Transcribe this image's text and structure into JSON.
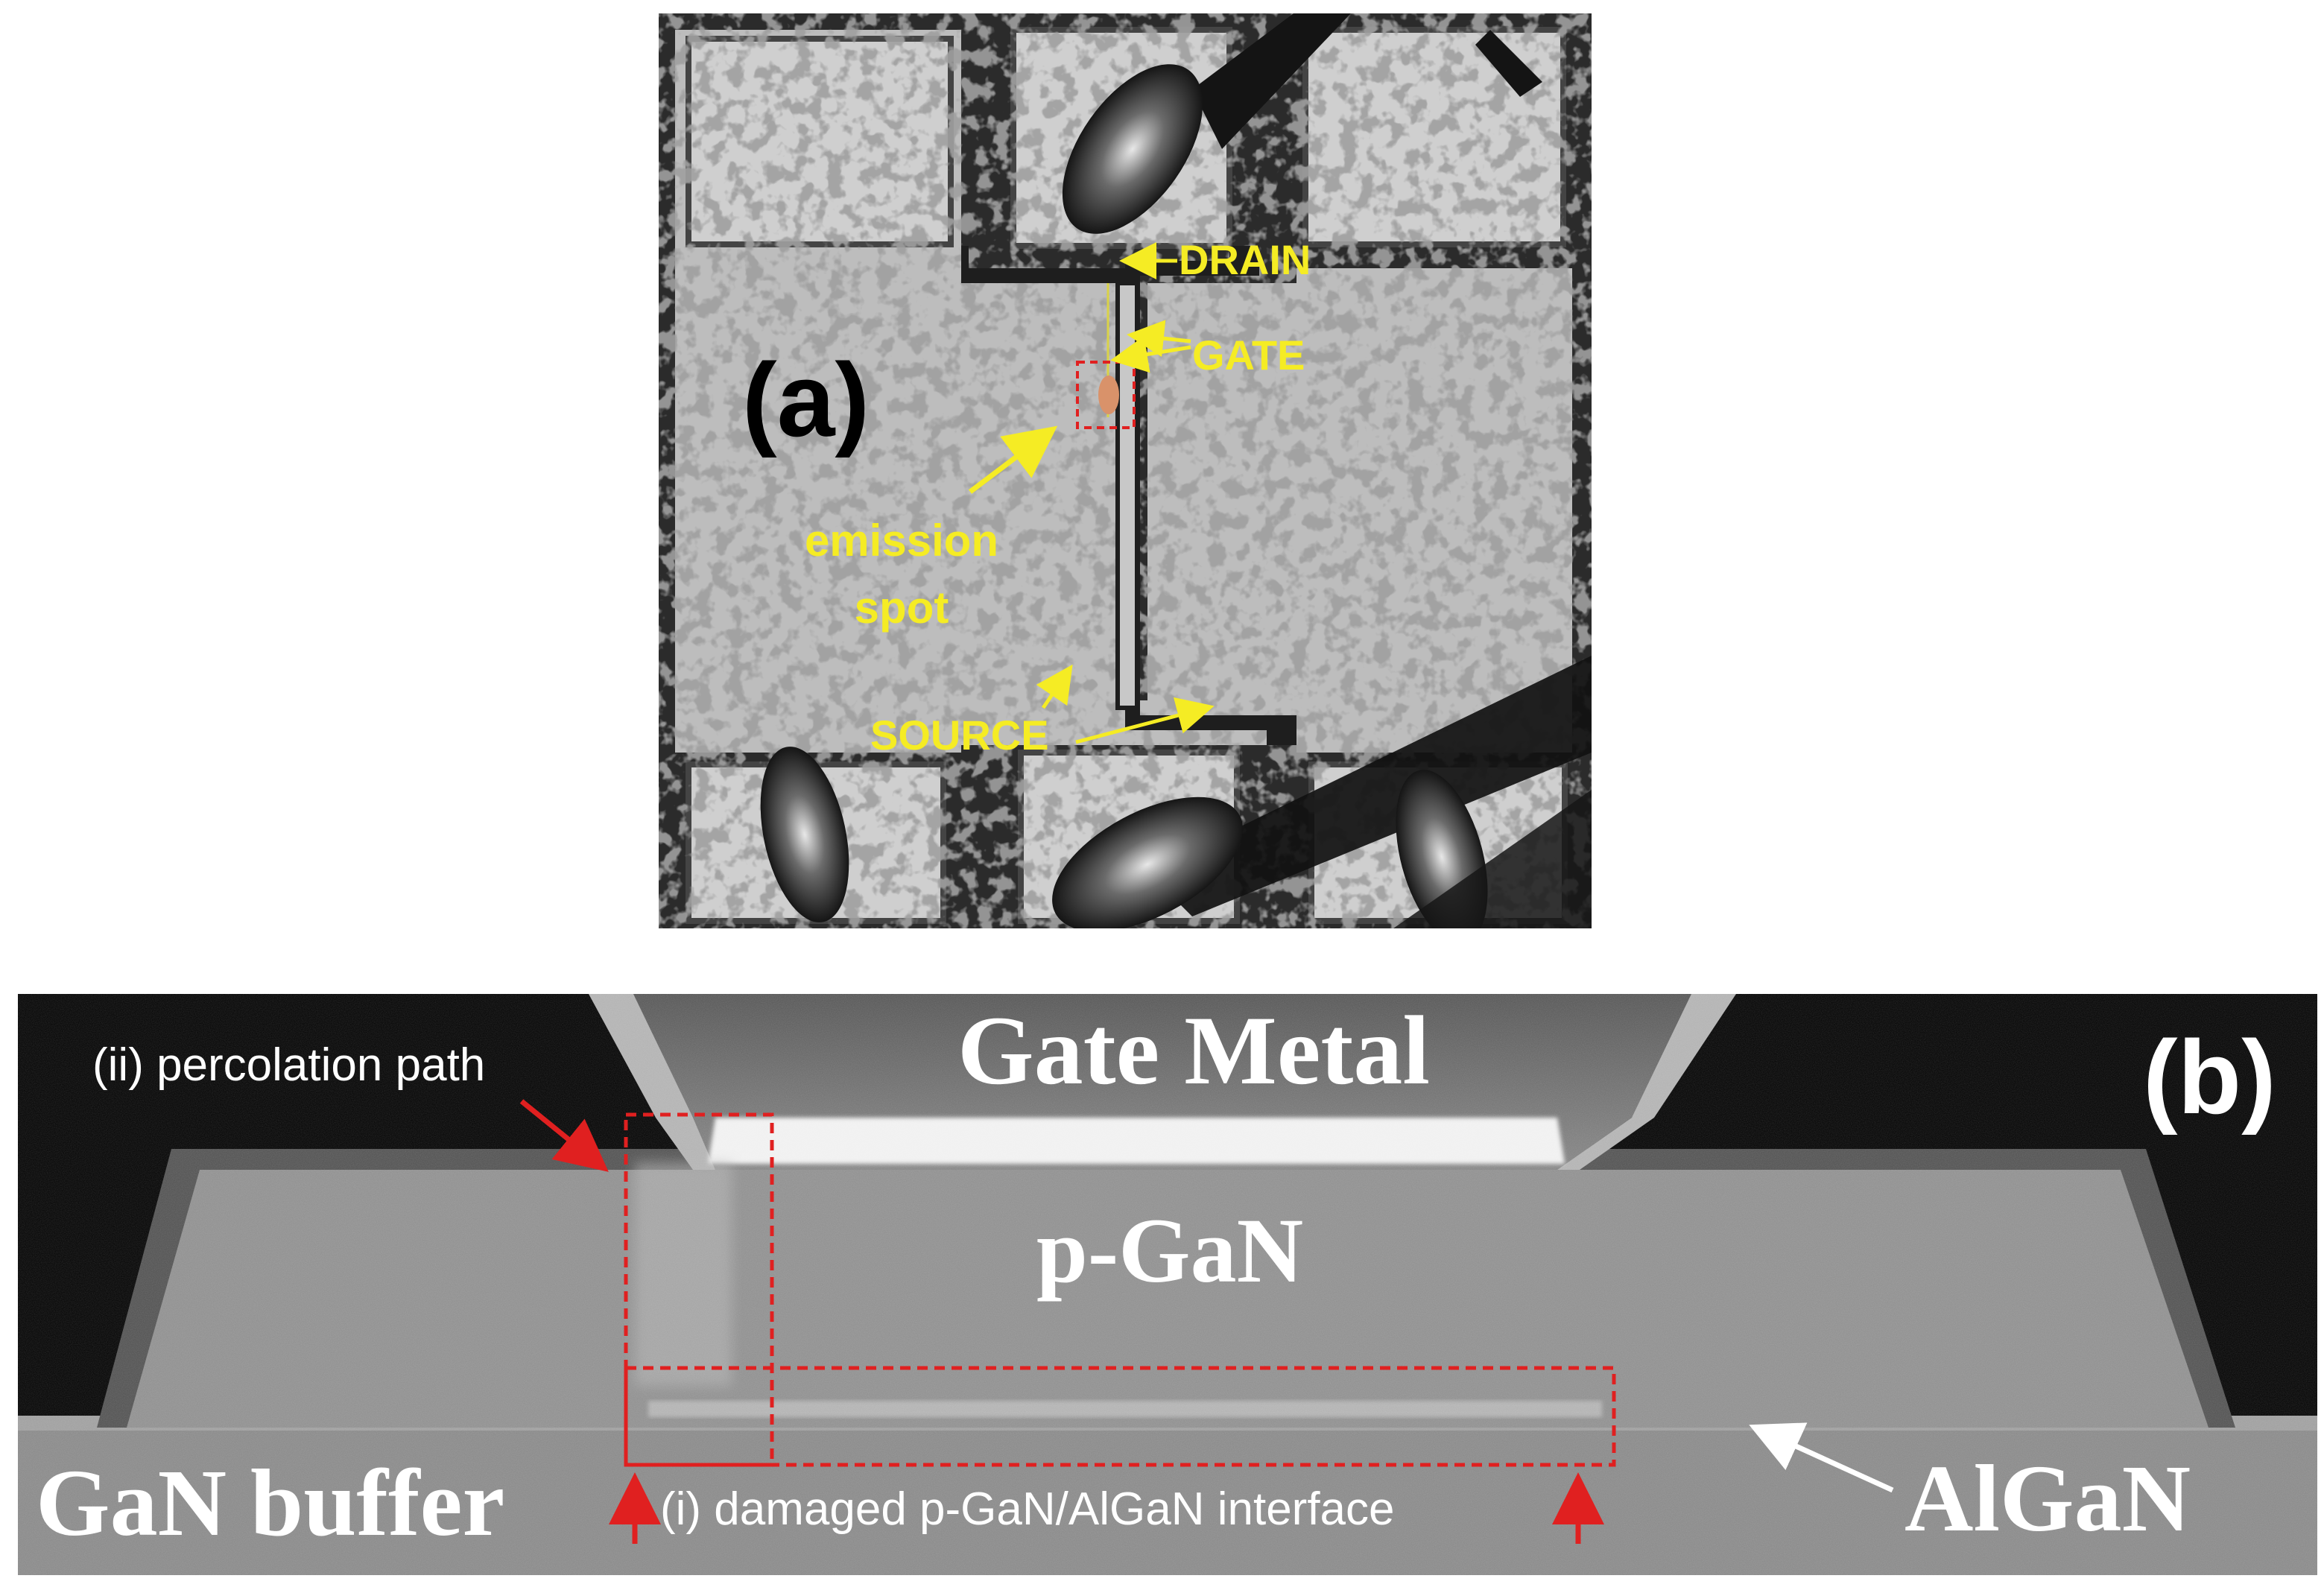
{
  "panel_a": {
    "tag": "(a)",
    "labels": {
      "drain": "DRAIN",
      "gate": "GATE",
      "emission_line1": "emission",
      "emission_line2": "spot",
      "source": "SOURCE"
    },
    "colors": {
      "label": "#f5ec24",
      "highlight_box": "#e02020"
    }
  },
  "panel_b": {
    "tag": "(b)",
    "labels": {
      "gate_metal": "Gate Metal",
      "p_gan": "p-GaN",
      "gan_buffer": "GaN buffer",
      "algan": "AlGaN",
      "percolation": "(ii) percolation path",
      "interface": "(i) damaged p-GaN/AlGaN interface"
    },
    "colors": {
      "annotation": "#e02020",
      "label": "#ffffff"
    }
  }
}
